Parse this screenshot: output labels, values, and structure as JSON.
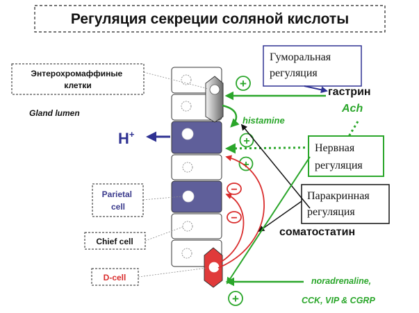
{
  "title": "Регуляция секреции соляной кислоты",
  "labels": {
    "enterochromaffin": [
      "Энтерохромаффиные",
      "клетки"
    ],
    "gland_lumen": "Gland lumen",
    "h_ion": "H",
    "h_charge": "+",
    "parietal": [
      "Parietal",
      "cell"
    ],
    "chief": "Chief cell",
    "d_cell": "D-cell",
    "humoral": [
      "Гуморальная",
      "регуляция"
    ],
    "gastrin": "гастрин",
    "ach": "Ach",
    "histamine": "histamine",
    "nervous": [
      "Нервная",
      "регуляция"
    ],
    "paracrine": [
      "Паракринная",
      "регуляция"
    ],
    "somatostatin": "соматостатин",
    "noradrenaline": "noradrenaline,",
    "cck": "CCK, VIP & CGRP"
  },
  "signs": {
    "plus": "+",
    "minus": "−"
  },
  "colors": {
    "parietal_fill": "#5f5f9a",
    "d_cell_fill": "#e03a3a",
    "green": "#2aa62a",
    "red": "#d92b2b",
    "blue": "#2e3192",
    "navy_label": "#3a3a8c"
  }
}
